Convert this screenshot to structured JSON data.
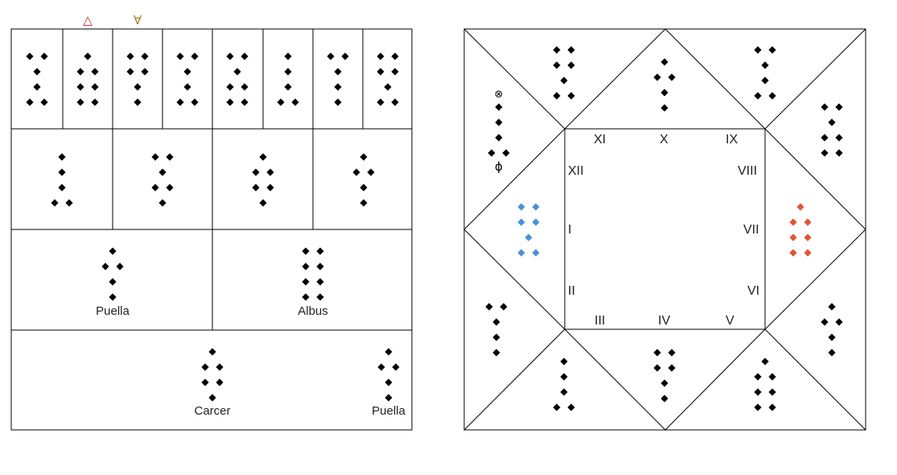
{
  "shield_chart": {
    "elements": [
      "△",
      "∀"
    ],
    "element_colors": [
      "#d22222",
      "#b07a2a"
    ],
    "labels": [
      "Puella",
      "Albus",
      "Carcer",
      "Puella"
    ]
  },
  "house_chart": {
    "roman_numerals": [
      "I",
      "II",
      "III",
      "IV",
      "V",
      "VI",
      "VII",
      "VIII",
      "IX",
      "X",
      "XI",
      "XII"
    ],
    "symbols": [
      "⊗",
      "ϕ"
    ],
    "colors": {
      "blue": "#4a90d9",
      "red": "#e05533",
      "black": "#000000"
    }
  },
  "figures": {
    "mothers": [
      [
        2,
        1,
        1,
        2
      ],
      [
        1,
        2,
        2,
        2
      ],
      [
        2,
        2,
        1,
        1
      ],
      [
        2,
        1,
        1,
        2
      ]
    ],
    "daughters": [
      [
        2,
        1,
        2,
        2
      ],
      [
        1,
        1,
        1,
        2
      ],
      [
        2,
        1,
        1,
        1
      ],
      [
        2,
        2,
        1,
        2
      ]
    ],
    "nieces": [
      [
        1,
        1,
        1,
        2
      ],
      [
        2,
        1,
        2,
        1
      ],
      [
        1,
        2,
        2,
        1
      ],
      [
        1,
        2,
        1,
        1
      ]
    ],
    "witnesses": [
      [
        1,
        2,
        1,
        1
      ],
      [
        2,
        2,
        2,
        2
      ]
    ],
    "judge": [
      1,
      2,
      2,
      1
    ],
    "reconciler": [
      1,
      2,
      1,
      1
    ],
    "houses": [
      [
        2,
        2,
        1,
        2
      ],
      [
        1,
        2,
        1,
        1
      ],
      [
        2,
        1,
        1,
        2
      ],
      [
        2,
        1,
        2,
        2
      ],
      [
        1,
        1,
        1,
        2
      ],
      [
        2,
        2,
        1,
        1
      ],
      [
        1,
        2,
        2,
        2
      ],
      [
        1,
        2,
        1,
        1
      ],
      [
        2,
        1,
        1,
        1
      ],
      [
        2,
        2,
        1,
        2
      ],
      [
        1,
        2,
        2,
        2
      ],
      [
        1,
        1,
        1,
        2
      ]
    ],
    "corner_left_figure": [
      1,
      1,
      1,
      2
    ],
    "left_color_figure": [
      2,
      2,
      1,
      2
    ],
    "right_color_figure": [
      1,
      2,
      2,
      2
    ]
  }
}
